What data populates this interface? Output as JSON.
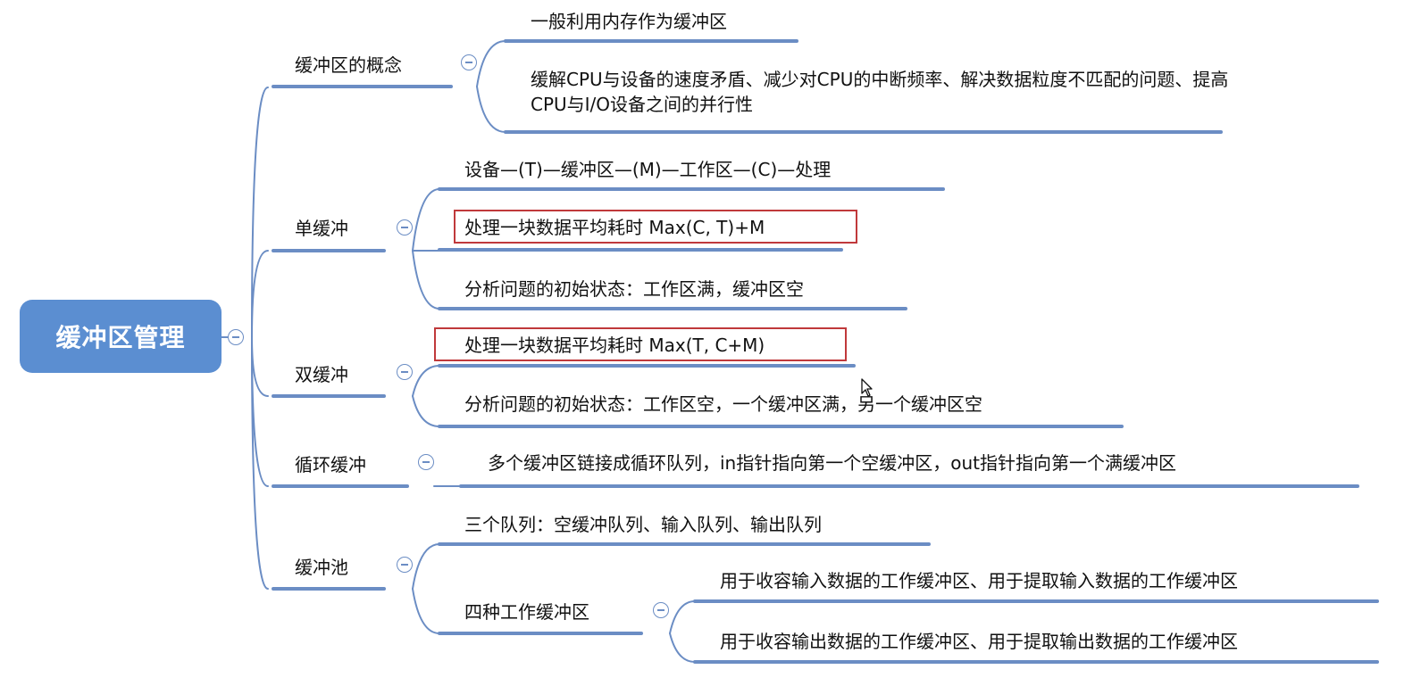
{
  "root": {
    "label": "缓冲区管理"
  },
  "branches": {
    "concept": {
      "label": "缓冲区的概念",
      "children": [
        "一般利用内存作为缓冲区",
        "缓解CPU与设备的速度矛盾、减少对CPU的中断频率、解决数据粒度不匹配的问题、提高CPU与I/O设备之间的并行性"
      ]
    },
    "single": {
      "label": "单缓冲",
      "children": [
        "设备—(T)—缓冲区—(M)—工作区—(C)—处理",
        "处理一块数据平均耗时 Max(C, T)+M",
        "分析问题的初始状态：工作区满，缓冲区空"
      ]
    },
    "double": {
      "label": "双缓冲",
      "children": [
        "处理一块数据平均耗时 Max(T, C+M)",
        "分析问题的初始状态：工作区空，一个缓冲区满，另一个缓冲区空"
      ]
    },
    "circular": {
      "label": "循环缓冲",
      "children": [
        "多个缓冲区链接成循环队列，in指针指向第一个空缓冲区，out指针指向第一个满缓冲区"
      ]
    },
    "pool": {
      "label": "缓冲池",
      "children": [
        "三个队列：空缓冲队列、输入队列、输出队列"
      ],
      "sub": {
        "label": "四种工作缓冲区",
        "children": [
          "用于收容输入数据的工作缓冲区、用于提取输入数据的工作缓冲区",
          "用于收容输出数据的工作缓冲区、用于提取输出数据的工作缓冲区"
        ]
      }
    }
  },
  "colors": {
    "root": "#5b8ed1",
    "line": "#6b8dc4",
    "highlight": "#c0393b"
  }
}
